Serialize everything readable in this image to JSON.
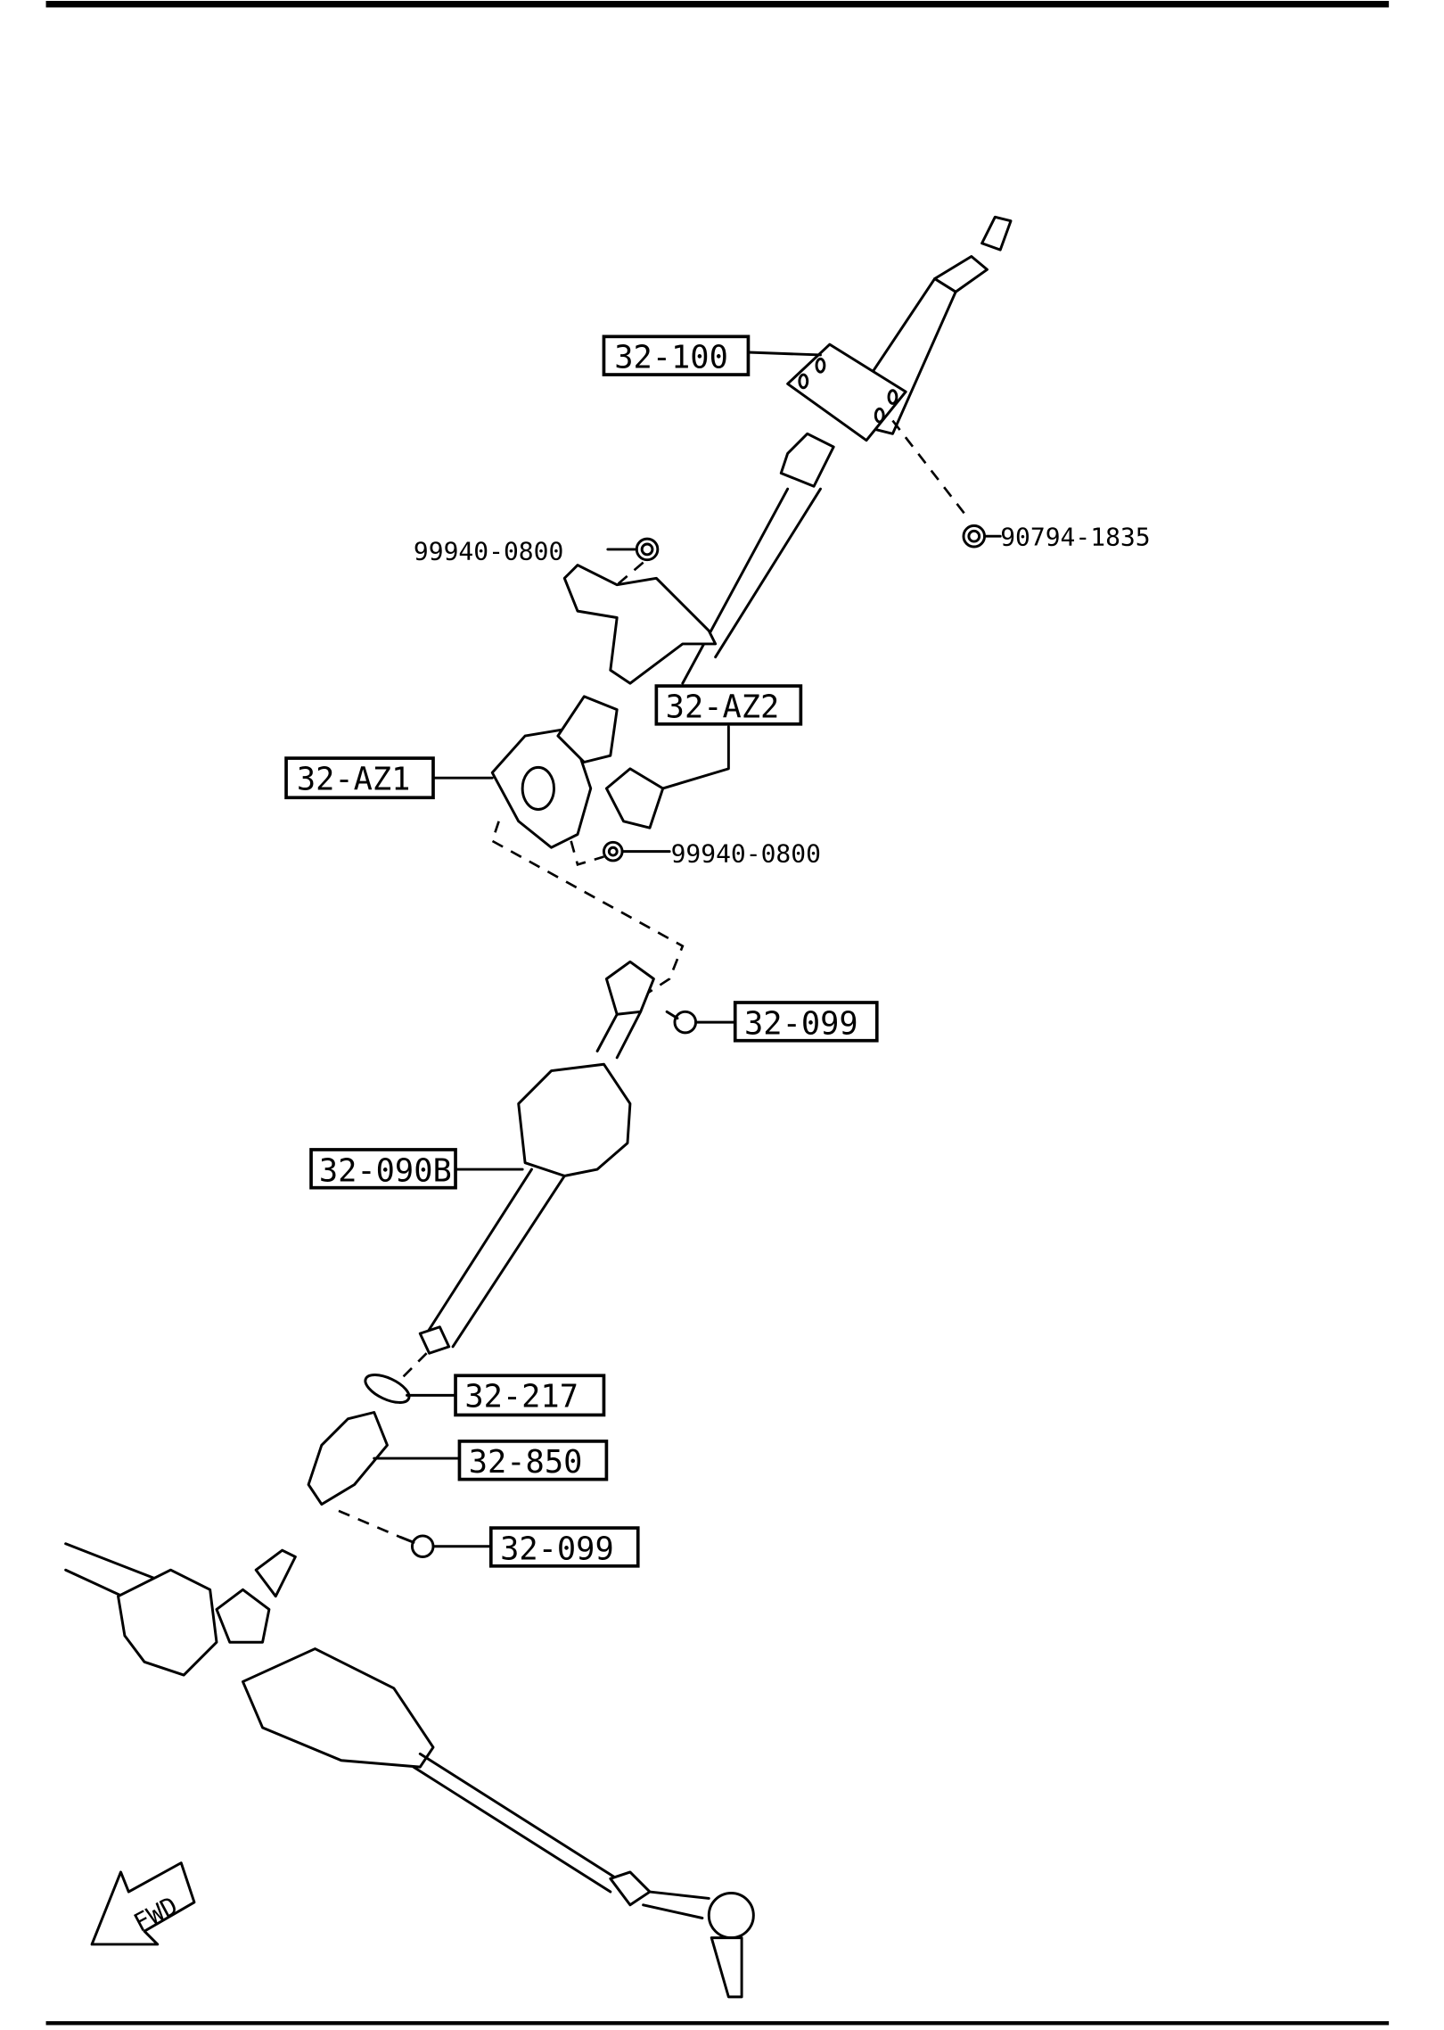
{
  "diagram": {
    "title": "Steering column and gear assembly",
    "callouts": {
      "c32_100": "32-100",
      "c32_az2": "32-AZ2",
      "c32_az1": "32-AZ1",
      "c32_099_upper": "32-099",
      "c32_090b": "32-090B",
      "c32_217": "32-217",
      "c32_850": "32-850",
      "c32_099_lower": "32-099"
    },
    "part_numbers": {
      "bolt_upper": "90794-1835",
      "nut_upper": "99940-0800",
      "nut_lower": "99940-0800"
    },
    "direction_marker": "FWD"
  }
}
